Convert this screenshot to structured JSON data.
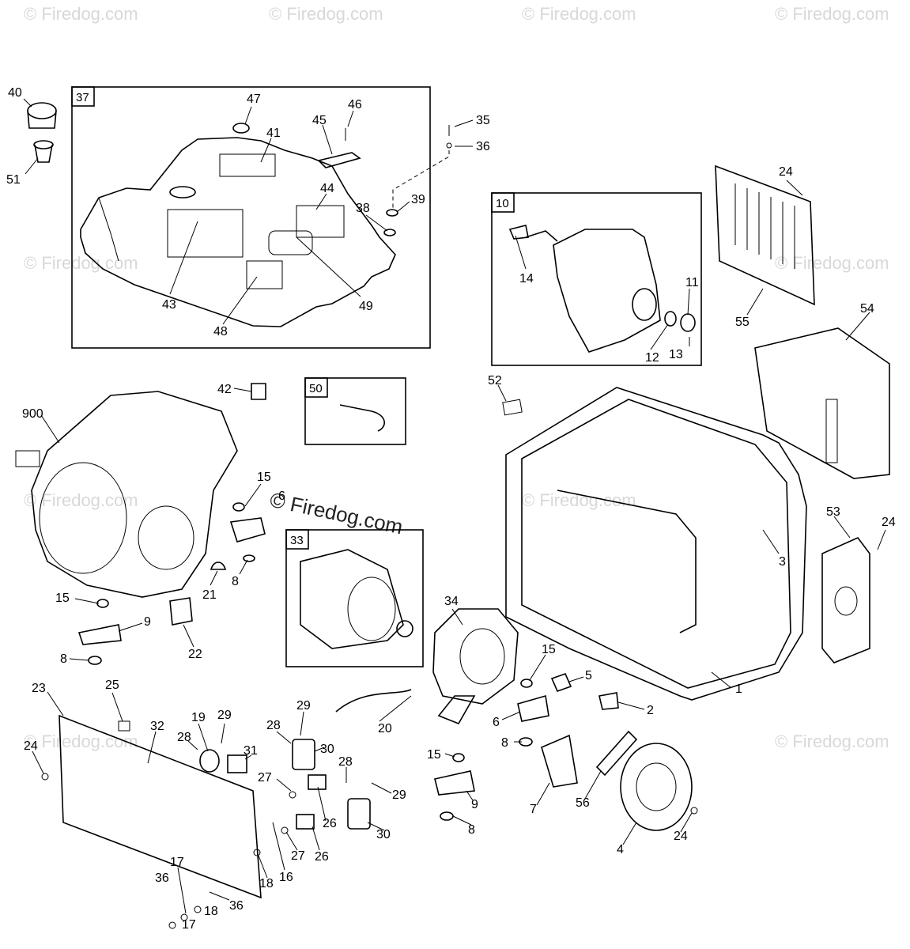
{
  "watermark_text": "© Firedog.com",
  "callouts": {
    "c40": "40",
    "c51": "51",
    "c47": "47",
    "c41": "41",
    "c46": "46",
    "c45": "45",
    "c35": "35",
    "c36a": "36",
    "c44": "44",
    "c38": "38",
    "c39": "39",
    "c43": "43",
    "c48": "48",
    "c49": "49",
    "c24a": "24",
    "c55": "55",
    "c54": "54",
    "c14": "14",
    "c11": "11",
    "c12": "12",
    "c13": "13",
    "c900": "900",
    "c42": "42",
    "c52": "52",
    "c15a": "15",
    "c6a": "6",
    "c53": "53",
    "c24b": "24",
    "c3": "3",
    "c21": "21",
    "c8a": "8",
    "c15b": "15",
    "c9a": "9",
    "c22": "22",
    "c8b": "8",
    "c34": "34",
    "c15c": "15",
    "c5": "5",
    "c1": "1",
    "c2": "2",
    "c6b": "6",
    "c8c": "8",
    "c23": "23",
    "c25": "25",
    "c32": "32",
    "c24c": "24",
    "c19": "19",
    "c29a": "29",
    "c28a": "28",
    "c31": "31",
    "c28b": "28",
    "c29b": "29",
    "c30a": "30",
    "c20": "20",
    "c27a": "27",
    "c28c": "28",
    "c29c": "29",
    "c26a": "26",
    "c15d": "15",
    "c9b": "9",
    "c8d": "8",
    "c7": "7",
    "c56": "56",
    "c4": "4",
    "c24d": "24",
    "c30b": "30",
    "c27b": "27",
    "c26b": "26",
    "c17a": "17",
    "c36b": "36",
    "c18a": "18",
    "c16": "16",
    "c18b": "18",
    "c36c": "36",
    "c17b": "17"
  },
  "boxes": {
    "b37": "37",
    "b10": "10",
    "b50": "50",
    "b33": "33"
  }
}
